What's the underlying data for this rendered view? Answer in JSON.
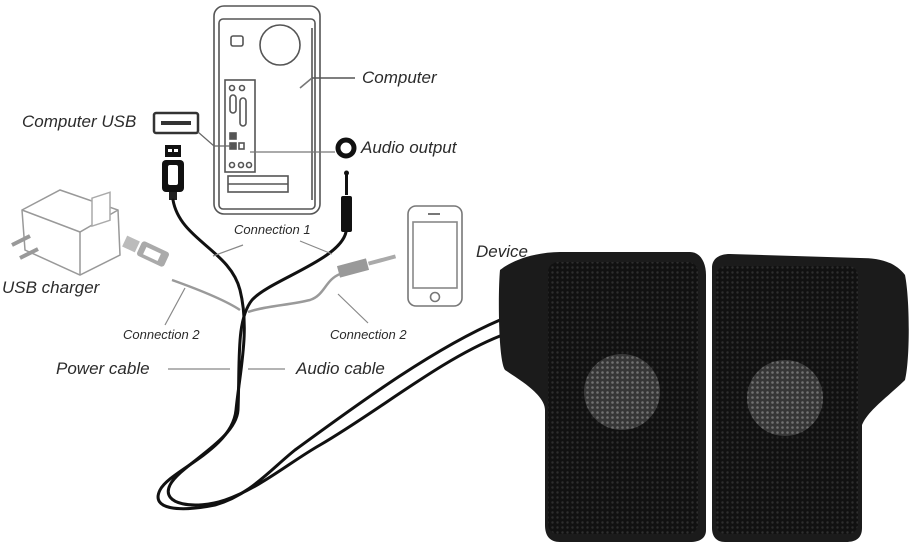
{
  "diagram": {
    "title": "USB speaker connection diagram",
    "labels": {
      "computer": "Computer",
      "computer_usb": "Computer USB",
      "audio_output": "Audio output",
      "connection_1": "Connection 1",
      "device": "Device",
      "usb_charger": "USB charger",
      "connection_2_left": "Connection 2",
      "connection_2_right": "Connection 2",
      "power_cable": "Power cable",
      "audio_cable": "Audio cable"
    },
    "components": [
      {
        "id": "computer",
        "kind": "desktop tower (rear view)"
      },
      {
        "id": "computer-usb-port",
        "kind": "usb-a port"
      },
      {
        "id": "usb-plug",
        "kind": "usb-a plug"
      },
      {
        "id": "audio-output-jack",
        "kind": "3.5mm jack port"
      },
      {
        "id": "audio-plug",
        "kind": "3.5mm plug"
      },
      {
        "id": "usb-charger",
        "kind": "wall adapter"
      },
      {
        "id": "smartphone",
        "kind": "phone"
      },
      {
        "id": "speakers",
        "kind": "pair of black usb speakers"
      }
    ],
    "colors": {
      "line_art": "#555555",
      "cable": "#111111",
      "speaker_body": "#1b1b1b",
      "speaker_grille": "#0e0e0e",
      "label_text": "#2b2b2b"
    }
  }
}
